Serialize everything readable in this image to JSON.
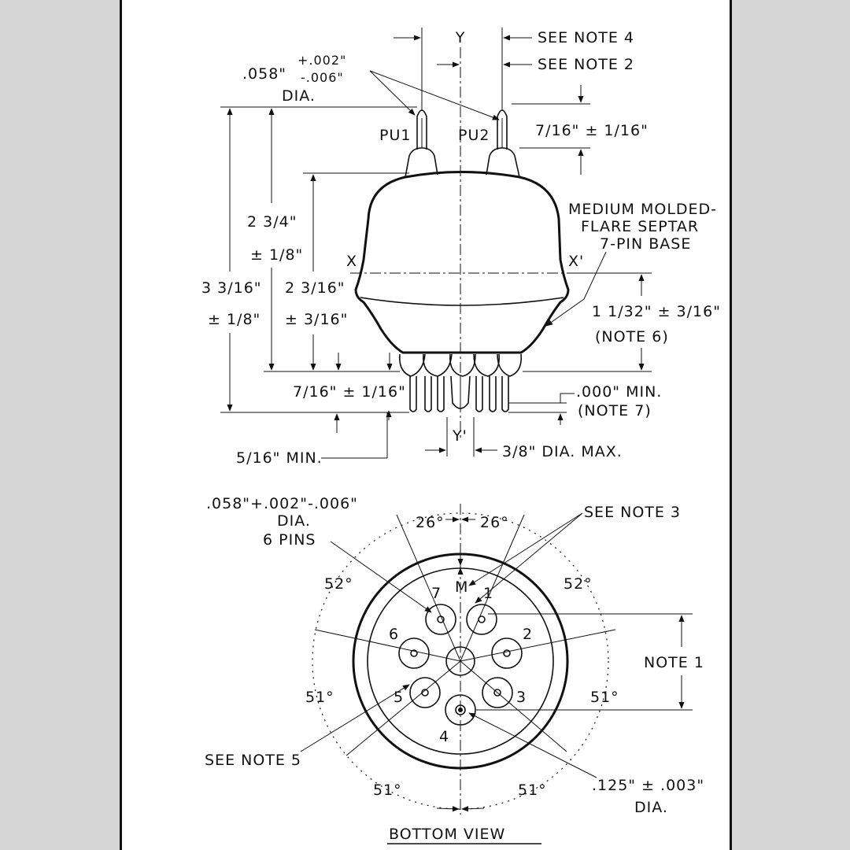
{
  "side_view": {
    "axis_y_top": "Y",
    "axis_y_bottom": "Y'",
    "axis_x_left": "X",
    "axis_x_right": "X'",
    "see_note_4": "SEE NOTE 4",
    "see_note_2": "SEE NOTE 2",
    "pin_dia_main": ".058\"",
    "pin_dia_plus": "+.002\"",
    "pin_dia_minus": "-.006\"",
    "pin_dia_label": "DIA.",
    "pu1": "PU1",
    "pu2": "PU2",
    "cap_height": "7/16\" ± 1/16\"",
    "base_line1": "MEDIUM MOLDED-",
    "base_line2": "FLARE SEPTAR",
    "base_line3": "7-PIN BASE",
    "dim_2_3_4_a": "2 3/4\"",
    "dim_2_3_4_b": "± 1/8\"",
    "dim_3_3_16_a": "3 3/16\"",
    "dim_3_3_16_b": "± 1/8\"",
    "dim_2_3_16_a": "2 3/16\"",
    "dim_2_3_16_b": "± 3/16\"",
    "dim_1_1_32": "1 1/32\" ± 3/16\"",
    "note6": "(NOTE 6)",
    "pin_len": "7/16\" ± 1/16\"",
    "min_000": ".000\" MIN.",
    "note7": "(NOTE 7)",
    "min_5_16": "5/16\" MIN.",
    "dia_max": "3/8\" DIA. MAX."
  },
  "bottom_view": {
    "pin_dia_line1": ".058\"+.002\"-.006\"",
    "pin_dia_line2": "DIA.",
    "pin_dia_line3": "6 PINS",
    "see_note_3": "SEE NOTE 3",
    "angle_26_left": "26°",
    "angle_26_right": "26°",
    "angle_52_left": "52°",
    "angle_52_right": "52°",
    "angle_51_ul": "51°",
    "angle_51_ur": "51°",
    "angle_51_ll": "51°",
    "angle_51_lr": "51°",
    "key_m": "M",
    "note1": "NOTE 1",
    "see_note_5": "SEE NOTE 5",
    "center_dia_line1": ".125\" ± .003\"",
    "center_dia_line2": "DIA.",
    "title": "BOTTOM VIEW",
    "pins": [
      "1",
      "2",
      "3",
      "4",
      "5",
      "6",
      "7"
    ]
  }
}
